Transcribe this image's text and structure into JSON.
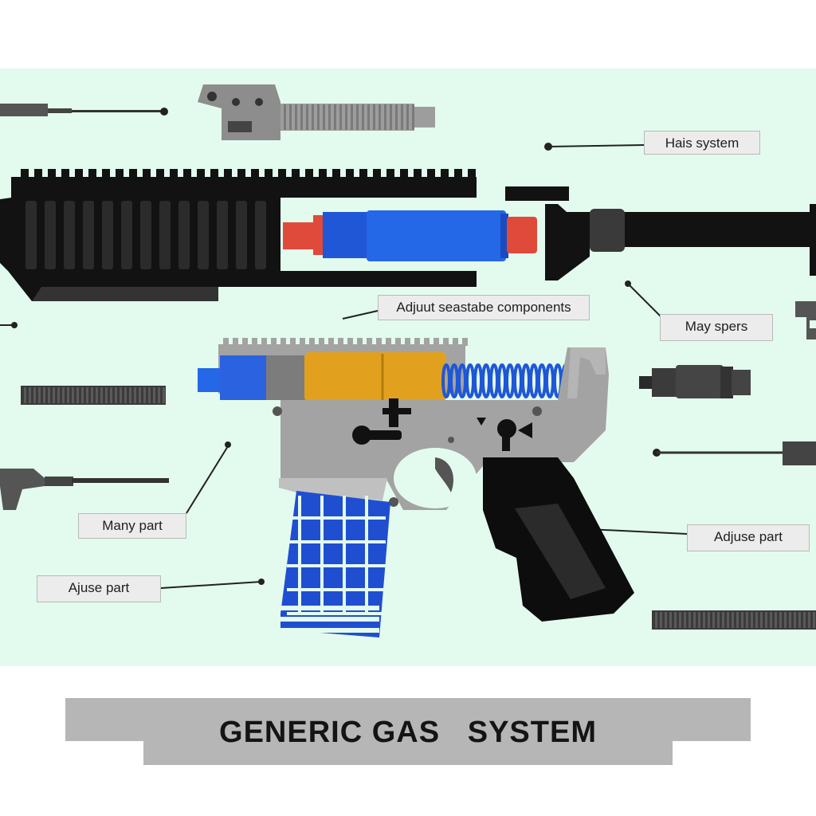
{
  "title": "GENERIC GAS   SYSTEM",
  "labels": {
    "hais_system": "Hais system",
    "adjust_components": "Adjuut seastabe components",
    "may_spers": "May spers",
    "many_part": "Many part",
    "adjuse_part_right": "Adjuse part",
    "adjuse_part_left": "Ajuse part"
  },
  "colors": {
    "background": "#e3fbee",
    "rail": "#111111",
    "receiver": "#a3a3a3",
    "gas_tube_blue": "#1f57d6",
    "gas_tube_red": "#e04a3a",
    "bolt_carrier": "#e1a11f",
    "magazine": "#1f4fd0",
    "grip": "#0d0d0d"
  }
}
